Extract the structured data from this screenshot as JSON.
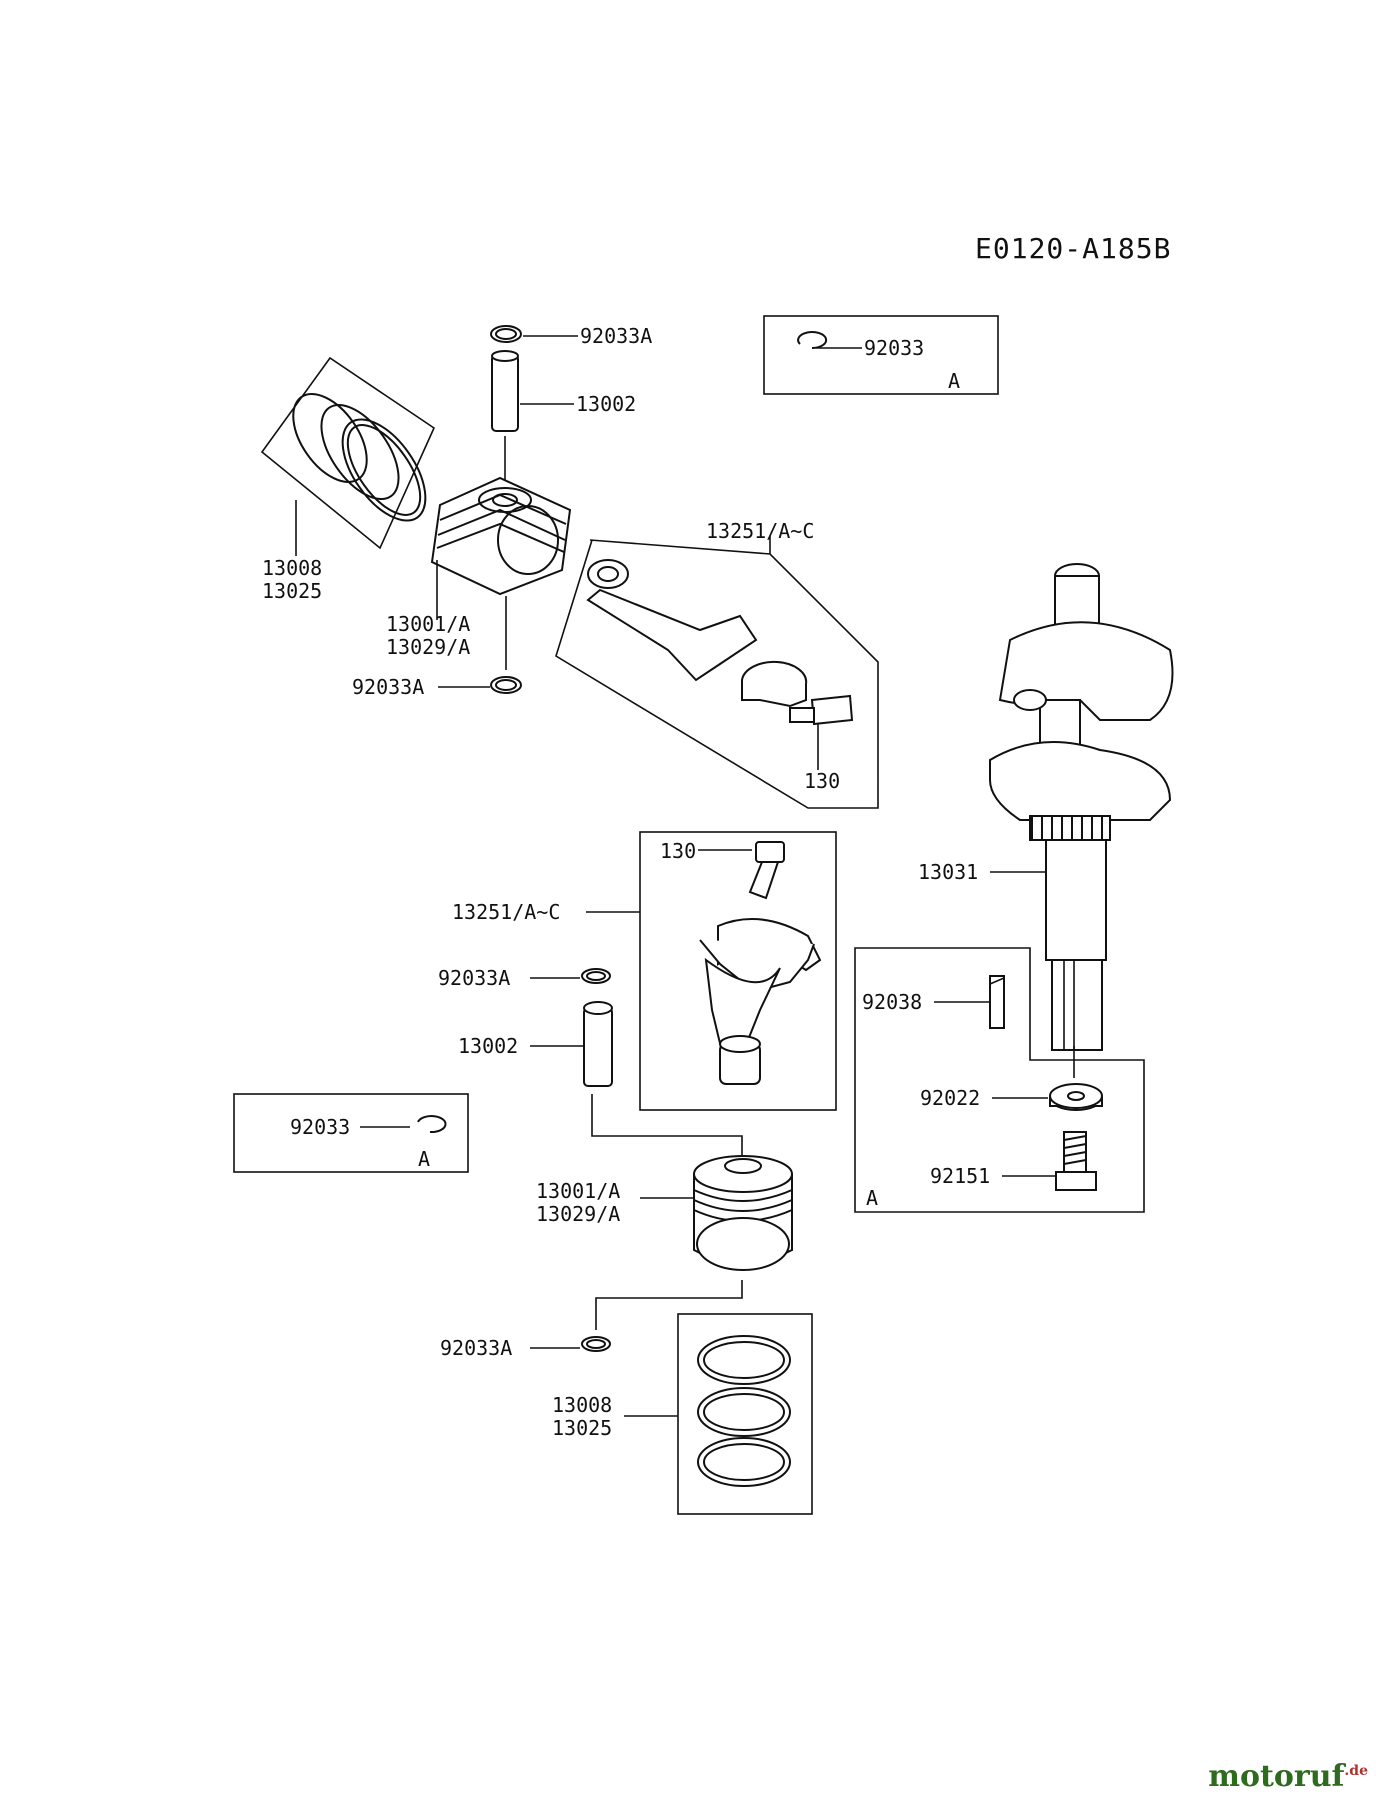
{
  "diagram": {
    "code": "E0120-A185B",
    "labels": {
      "l_92033A_top": "92033A",
      "l_13002_top": "13002",
      "l_92033_boxA_top": "92033",
      "l_A_top": "A",
      "l_13008_top": "13008",
      "l_13025_top": "13025",
      "l_13001A_top": "13001/A",
      "l_13029A_top": "13029/A",
      "l_92033A_mid": "92033A",
      "l_13251_top": "13251/A~C",
      "l_130_top": "130",
      "l_13031": "13031",
      "l_130_mid": "130",
      "l_13251_mid": "13251/A~C",
      "l_92033A_left": "92033A",
      "l_13002_mid": "13002",
      "l_92038": "92038",
      "l_92022": "92022",
      "l_92151": "92151",
      "l_A_right": "A",
      "l_92033_boxA_left": "92033",
      "l_A_left": "A",
      "l_13001A_bot": "13001/A",
      "l_13029A_bot": "13029/A",
      "l_92033A_bot": "92033A",
      "l_13008_bot": "13008",
      "l_13025_bot": "13025"
    }
  },
  "watermark": {
    "name": "motoruf",
    "tld": ".de"
  }
}
